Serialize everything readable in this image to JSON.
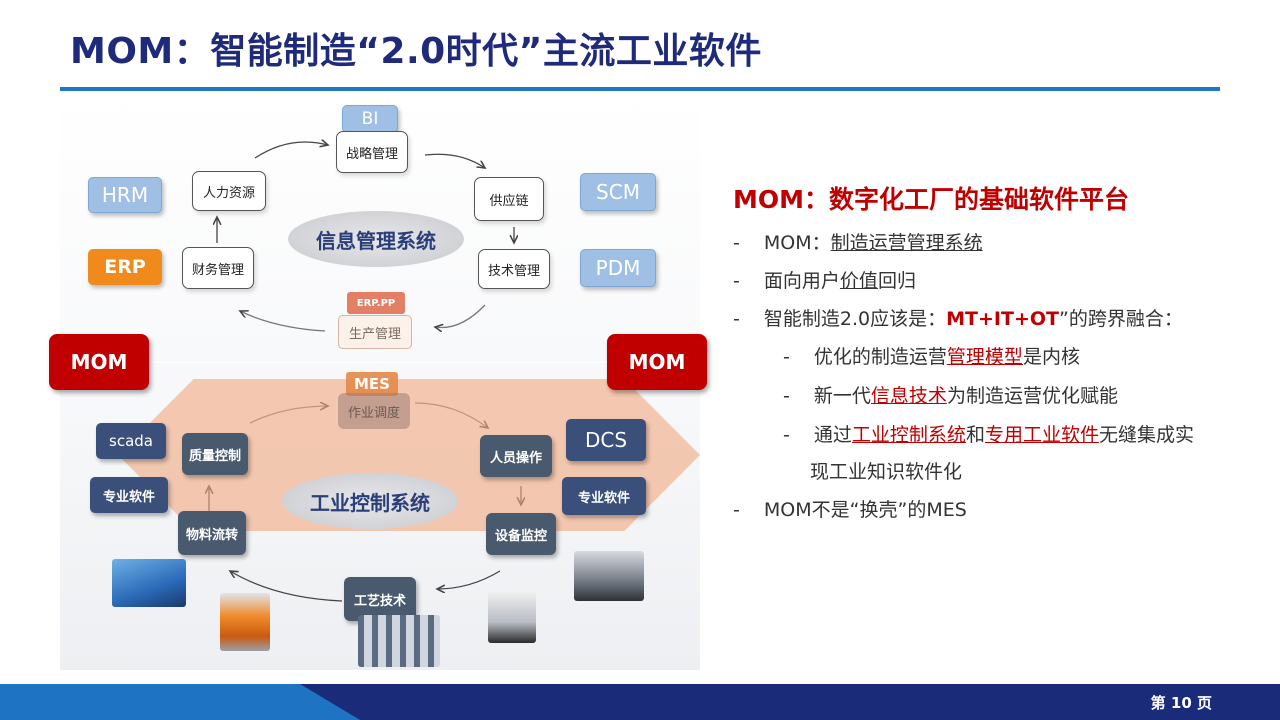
{
  "slide": {
    "title": "MOM：智能制造“2.0时代”主流工业软件",
    "page_number": "第 10 页"
  },
  "diagram": {
    "labels": {
      "bi": "BI",
      "strategy": "战略管理",
      "hr": "人力资源",
      "supply": "供应链",
      "finance": "财务管理",
      "tech_mgmt": "技术管理",
      "hrm": "HRM",
      "erp": "ERP",
      "scm": "SCM",
      "pdm": "PDM",
      "info_system": "信息管理系统",
      "erp_pp": "ERP.PP",
      "production": "生产管理",
      "mes": "MES",
      "scheduling": "作业调度",
      "mom_left": "MOM",
      "mom_right": "MOM",
      "scada": "scada",
      "quality": "质量控制",
      "pro_sw_left": "专业软件",
      "material": "物料流转",
      "dcs": "DCS",
      "personnel": "人员操作",
      "pro_sw_right": "专业软件",
      "device_monitor": "设备监控",
      "industrial_control": "工业控制系统",
      "process_tech": "工艺技术"
    }
  },
  "panel": {
    "heading": "MOM：数字化工厂的基础软件平台",
    "dash": "-",
    "item1_pre": "MOM：",
    "item1_u": "制造运营管理系统",
    "item2_pre": "面向用户",
    "item2_u": "价值",
    "item2_post": "回归",
    "item3_pre": "智能制造2.0应该是：",
    "item3_bold": "MT+IT+OT",
    "item3_post": "”的跨界融合：",
    "sub1_pre": "优化的制造运营",
    "sub1_u": "管理模型",
    "sub1_post": "是内核",
    "sub2_pre": "新一代",
    "sub2_u": "信息技术",
    "sub2_post": "为制造运营优化赋能",
    "sub3_pre": "通过",
    "sub3_u1": "工业控制系统",
    "sub3_mid": "和",
    "sub3_u2": "专用工业软件",
    "sub3_post": "无缝集成实",
    "sub3_cont": "现工业知识软件化",
    "item4": "MOM不是“换壳”的MES"
  },
  "colors": {
    "title": "#1f2a7a",
    "accent_red": "#c00000",
    "rule_blue": "#1f78c4",
    "footer_navy": "#1a2b7a"
  }
}
